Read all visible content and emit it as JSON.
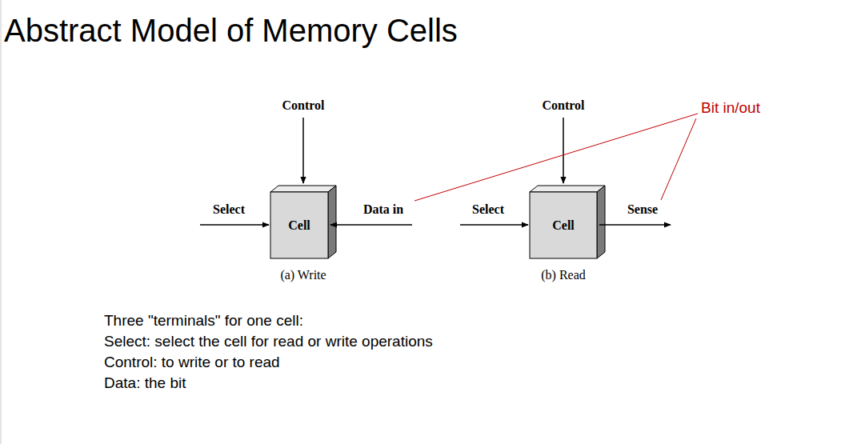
{
  "diagram": {
    "title": "Abstract Model of Memory Cells",
    "nodes": [
      {
        "text": [
          "Cell"
        ]
      },
      {
        "text": [
          "Cell"
        ]
      }
    ],
    "labels": [
      "Control",
      "Select",
      "Data in",
      "(a) Write",
      "Control",
      "Select",
      "Sense",
      "(b) Read",
      "Bit in/out",
      "Three \"terminals\" for one cell:",
      "Select: select the cell for read or write operations",
      "Control: to write or to read",
      "Data: the bit"
    ]
  }
}
